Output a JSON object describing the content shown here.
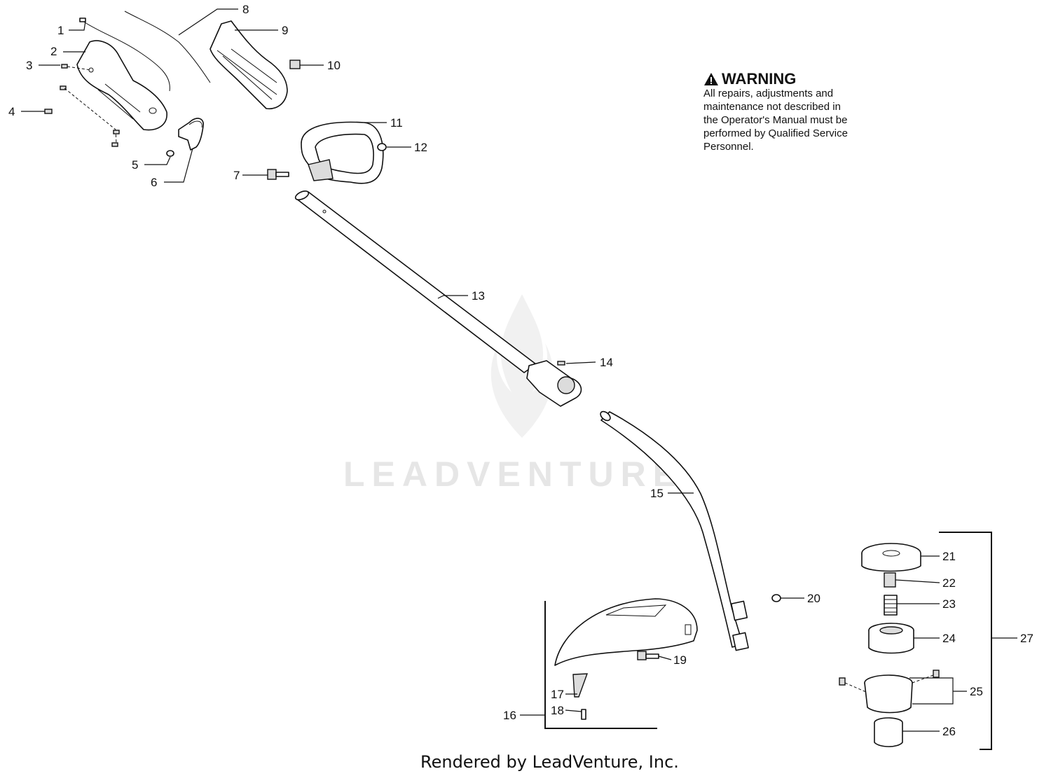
{
  "warning": {
    "title": "WARNING",
    "body": "All repairs, adjustments and\nmaintenance not described in\nthe Operator's Manual must be\nperformed by Qualified Service\nPersonnel."
  },
  "watermark": "LEADVENTURE",
  "footer": "Rendered by LeadVenture, Inc.",
  "callouts": [
    "1",
    "2",
    "3",
    "4",
    "5",
    "6",
    "7",
    "8",
    "9",
    "10",
    "11",
    "12",
    "13",
    "14",
    "15",
    "16",
    "17",
    "18",
    "19",
    "20",
    "21",
    "22",
    "23",
    "24",
    "25",
    "26",
    "27"
  ]
}
